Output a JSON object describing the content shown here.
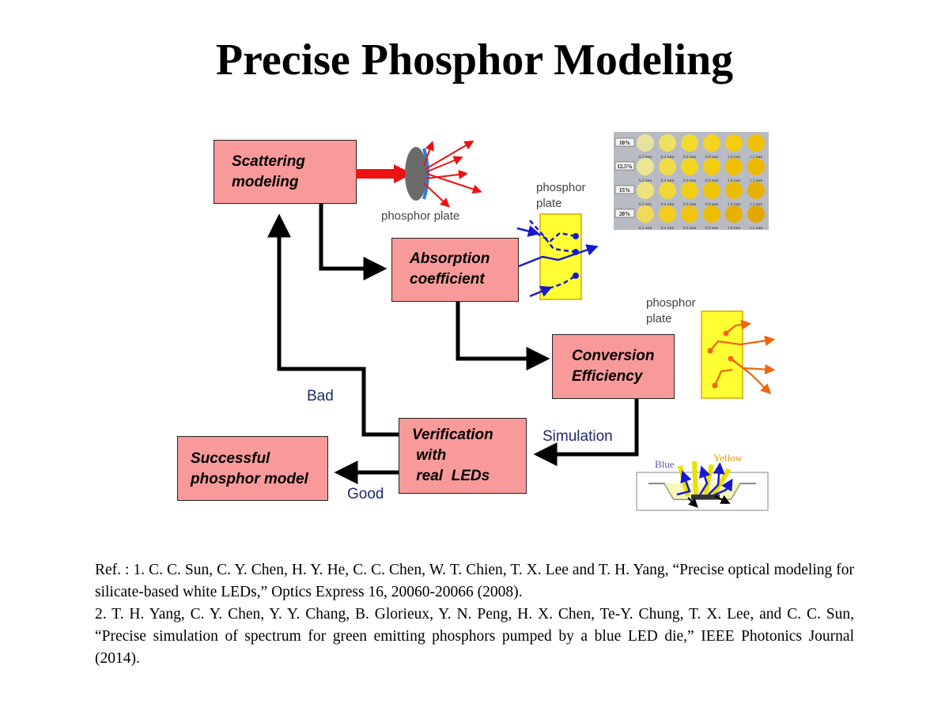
{
  "title": "Precise Phosphor Modeling",
  "boxes": {
    "scattering": "Scattering\nmodeling",
    "absorption": "Absorption\ncoefficient",
    "conversion": "Conversion\nEfficiency",
    "verification": "Verification\n with\n real  LEDs",
    "successful": "Successful\nphosphor model"
  },
  "edge_labels": {
    "bad": "Bad",
    "good": "Good",
    "simulation": "Simulation"
  },
  "illustrations": {
    "phosphor_plate_1": "phosphor plate",
    "phosphor_plate_2": "phosphor\nplate",
    "phosphor_plate_3": "phosphor\nplate",
    "led_blue": "Blue",
    "led_yellow": "Yellow"
  },
  "sample_grid": {
    "concentrations": [
      "10%",
      "12.5%",
      "15%",
      "20%"
    ],
    "thicknesses": [
      "0.2 mm",
      "0.4 mm",
      "0.6 mm",
      "0.8 mm",
      "1.0 mm",
      "1.2 mm"
    ]
  },
  "references": [
    "Ref. : 1. C. C. Sun, C. Y. Chen, H. Y. He, C. C. Chen, W. T. Chien, T. X. Lee and T. H. Yang, “Precise optical modeling for silicate-based white LEDs,” Optics Express 16, 20060-20066 (2008).",
    "2. T. H. Yang, C. Y. Chen, Y. Y. Chang, B. Glorieux, Y. N. Peng, H. X. Chen, Te-Y. Chung, T. X. Lee, and C. C. Sun, “Precise simulation of spectrum for green emitting phosphors pumped by a blue LED die,” IEEE Photonics Journal (2014)."
  ],
  "colors": {
    "box_fill": "#f99a9a",
    "plate_yellow": "#ffff33",
    "blue_ray": "#1a1acc",
    "orange_ray": "#ee6611",
    "red_ray": "#ee1111"
  }
}
